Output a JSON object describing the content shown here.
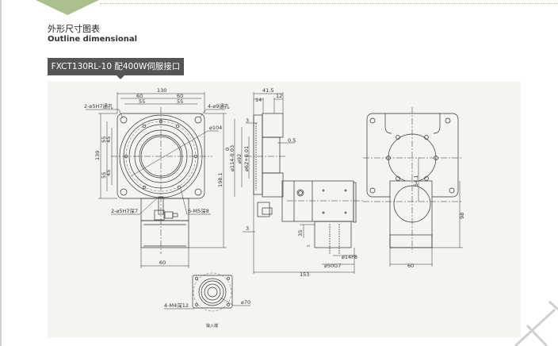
{
  "header": {
    "title": "外形尺寸图表",
    "subtitle": "Outline dimensional"
  },
  "model_label": "FXCT130RL-10 配400W伺服接口",
  "drawing": {
    "front": {
      "dim_width": "130",
      "dim_60_left": "60",
      "dim_60_right": "60",
      "dim_55_left": "55",
      "dim_55_right": "55",
      "dim_height": "130",
      "dim_55_top": "55",
      "dim_45_top": "45",
      "dim_45_bot": "45",
      "dim_55_bot": "55",
      "dim_total": "198.1",
      "dim_bottom": "60",
      "note_pin_top": "2-⌀5H7通孔",
      "note_holes": "4-⌀9通孔",
      "note_d104": "⌀104",
      "note_pin_bottom": "2-⌀5H7深7",
      "note_m5": "6-M5深8"
    },
    "side": {
      "dim_415": "41.5",
      "dim_14": "14",
      "dim_12": "12",
      "dim_3_top": "3",
      "dim_05": "0.5",
      "dim_d114": "⌀114-0.03",
      "dim_zero": "0",
      "dim_d92": "⌀92",
      "dim_d62": "⌀62+0.01",
      "dim_3_bottom": "3",
      "dim_35": "35",
      "dim_5": "5",
      "dim_d14": "⌀14F8",
      "dim_d50": "⌀50G7",
      "dim_153": "153"
    },
    "rear": {
      "dim_541": "54.1",
      "dim_98": "98",
      "dim_60": "60"
    },
    "input": {
      "note_m4": "4-M4深12",
      "note_d70": "⌀70",
      "caption": "输入端"
    }
  },
  "colors": {
    "accent": "#a9c08c",
    "label_bg": "#555555",
    "panel_bg": "#f3f5f0",
    "line": "#333333"
  }
}
